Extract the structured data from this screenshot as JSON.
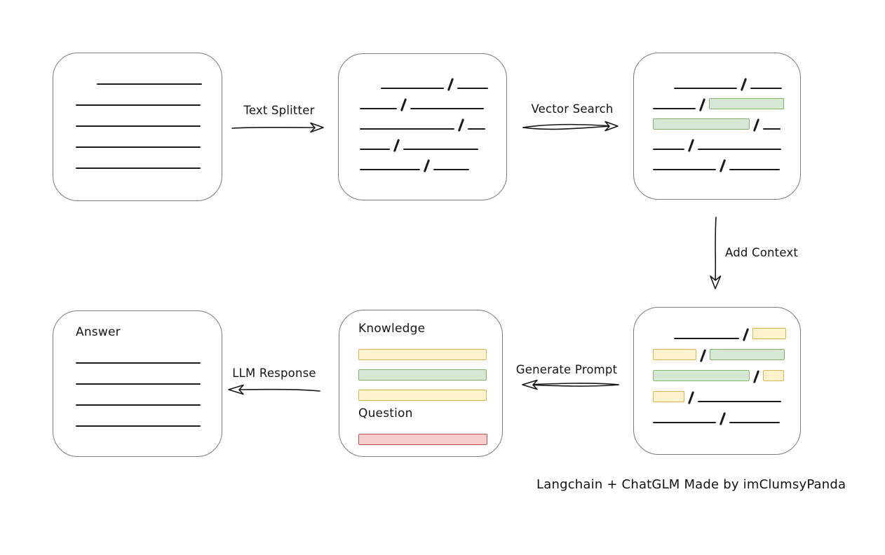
{
  "caption": "Langchain + ChatGLM Made by imClumsyPanda",
  "labels": {
    "text_splitter": "Text Splitter",
    "vector_search": "Vector Search",
    "add_context": "Add Context",
    "generate_prompt": "Generate Prompt",
    "llm_response": "LLM Response"
  },
  "colors": {
    "background": "#ffffff",
    "ink": "#1c1c1c",
    "box_border": "#7b7b7b",
    "green_fill": "#d5e8d4",
    "green_border": "#82b366",
    "yellow_fill": "#fff2cc",
    "yellow_border": "#d6b656",
    "red_fill": "#f8cecc",
    "red_border": "#b85450"
  },
  "boxes": {
    "document": {
      "rows": [
        [
          {
            "t": "gap",
            "w": 30
          },
          {
            "t": "line",
            "w": 150
          }
        ],
        [
          {
            "t": "line",
            "w": 178
          }
        ],
        [
          {
            "t": "line",
            "w": 178
          }
        ],
        [
          {
            "t": "line",
            "w": 178
          }
        ],
        [
          {
            "t": "line",
            "w": 178
          }
        ]
      ]
    },
    "chunks": {
      "rows": [
        [
          {
            "t": "gap",
            "w": 30
          },
          {
            "t": "line",
            "w": 90
          },
          {
            "t": "slash"
          },
          {
            "t": "line",
            "w": 44
          }
        ],
        [
          {
            "t": "line",
            "w": 53
          },
          {
            "t": "slash"
          },
          {
            "t": "line",
            "w": 105
          }
        ],
        [
          {
            "t": "line",
            "w": 135
          },
          {
            "t": "slash"
          },
          {
            "t": "line",
            "w": 25
          }
        ],
        [
          {
            "t": "line",
            "w": 43
          },
          {
            "t": "slash"
          },
          {
            "t": "line",
            "w": 107
          }
        ],
        [
          {
            "t": "line",
            "w": 86
          },
          {
            "t": "slash"
          },
          {
            "t": "line",
            "w": 51
          }
        ]
      ]
    },
    "matched": {
      "rows": [
        [
          {
            "t": "gap",
            "w": 30
          },
          {
            "t": "line",
            "w": 90
          },
          {
            "t": "slash"
          },
          {
            "t": "line",
            "w": 45
          }
        ],
        [
          {
            "t": "line",
            "w": 61
          },
          {
            "t": "slash"
          },
          {
            "t": "chip",
            "c": "green",
            "w": 107
          }
        ],
        [
          {
            "t": "chip",
            "c": "green",
            "w": 138
          },
          {
            "t": "slash"
          },
          {
            "t": "line",
            "w": 25
          }
        ],
        [
          {
            "t": "line",
            "w": 45
          },
          {
            "t": "slash"
          },
          {
            "t": "line",
            "w": 119
          }
        ],
        [
          {
            "t": "line",
            "w": 90
          },
          {
            "t": "slash"
          },
          {
            "t": "line",
            "w": 72
          }
        ]
      ]
    },
    "context": {
      "rows": [
        [
          {
            "t": "gap",
            "w": 30
          },
          {
            "t": "line",
            "w": 93
          },
          {
            "t": "slash"
          },
          {
            "t": "chip",
            "c": "yellow",
            "w": 48
          }
        ],
        [
          {
            "t": "chip",
            "c": "yellow",
            "w": 62
          },
          {
            "t": "slash"
          },
          {
            "t": "chip",
            "c": "green",
            "w": 107
          }
        ],
        [
          {
            "t": "chip",
            "c": "green",
            "w": 138
          },
          {
            "t": "slash"
          },
          {
            "t": "chip",
            "c": "yellow",
            "w": 30
          }
        ],
        [
          {
            "t": "chip",
            "c": "yellow",
            "w": 45
          },
          {
            "t": "slash"
          },
          {
            "t": "line",
            "w": 119
          }
        ],
        [
          {
            "t": "line",
            "w": 90
          },
          {
            "t": "slash"
          },
          {
            "t": "line",
            "w": 72
          }
        ]
      ]
    },
    "prompt": {
      "knowledge_label": "Knowledge",
      "question_label": "Question",
      "knowledge_rows": [
        [
          {
            "t": "chip",
            "c": "yellow",
            "w": 183
          }
        ],
        [
          {
            "t": "chip",
            "c": "green",
            "w": 183
          }
        ],
        [
          {
            "t": "chip",
            "c": "yellow",
            "w": 183
          }
        ]
      ],
      "question_rows": [
        [
          {
            "t": "chip",
            "c": "red",
            "w": 184
          }
        ]
      ]
    },
    "answer": {
      "heading": "Answer",
      "rows": [
        [
          {
            "t": "line",
            "w": 178
          }
        ],
        [
          {
            "t": "line",
            "w": 178
          }
        ],
        [
          {
            "t": "line",
            "w": 178
          }
        ],
        [
          {
            "t": "line",
            "w": 178
          }
        ]
      ]
    }
  }
}
